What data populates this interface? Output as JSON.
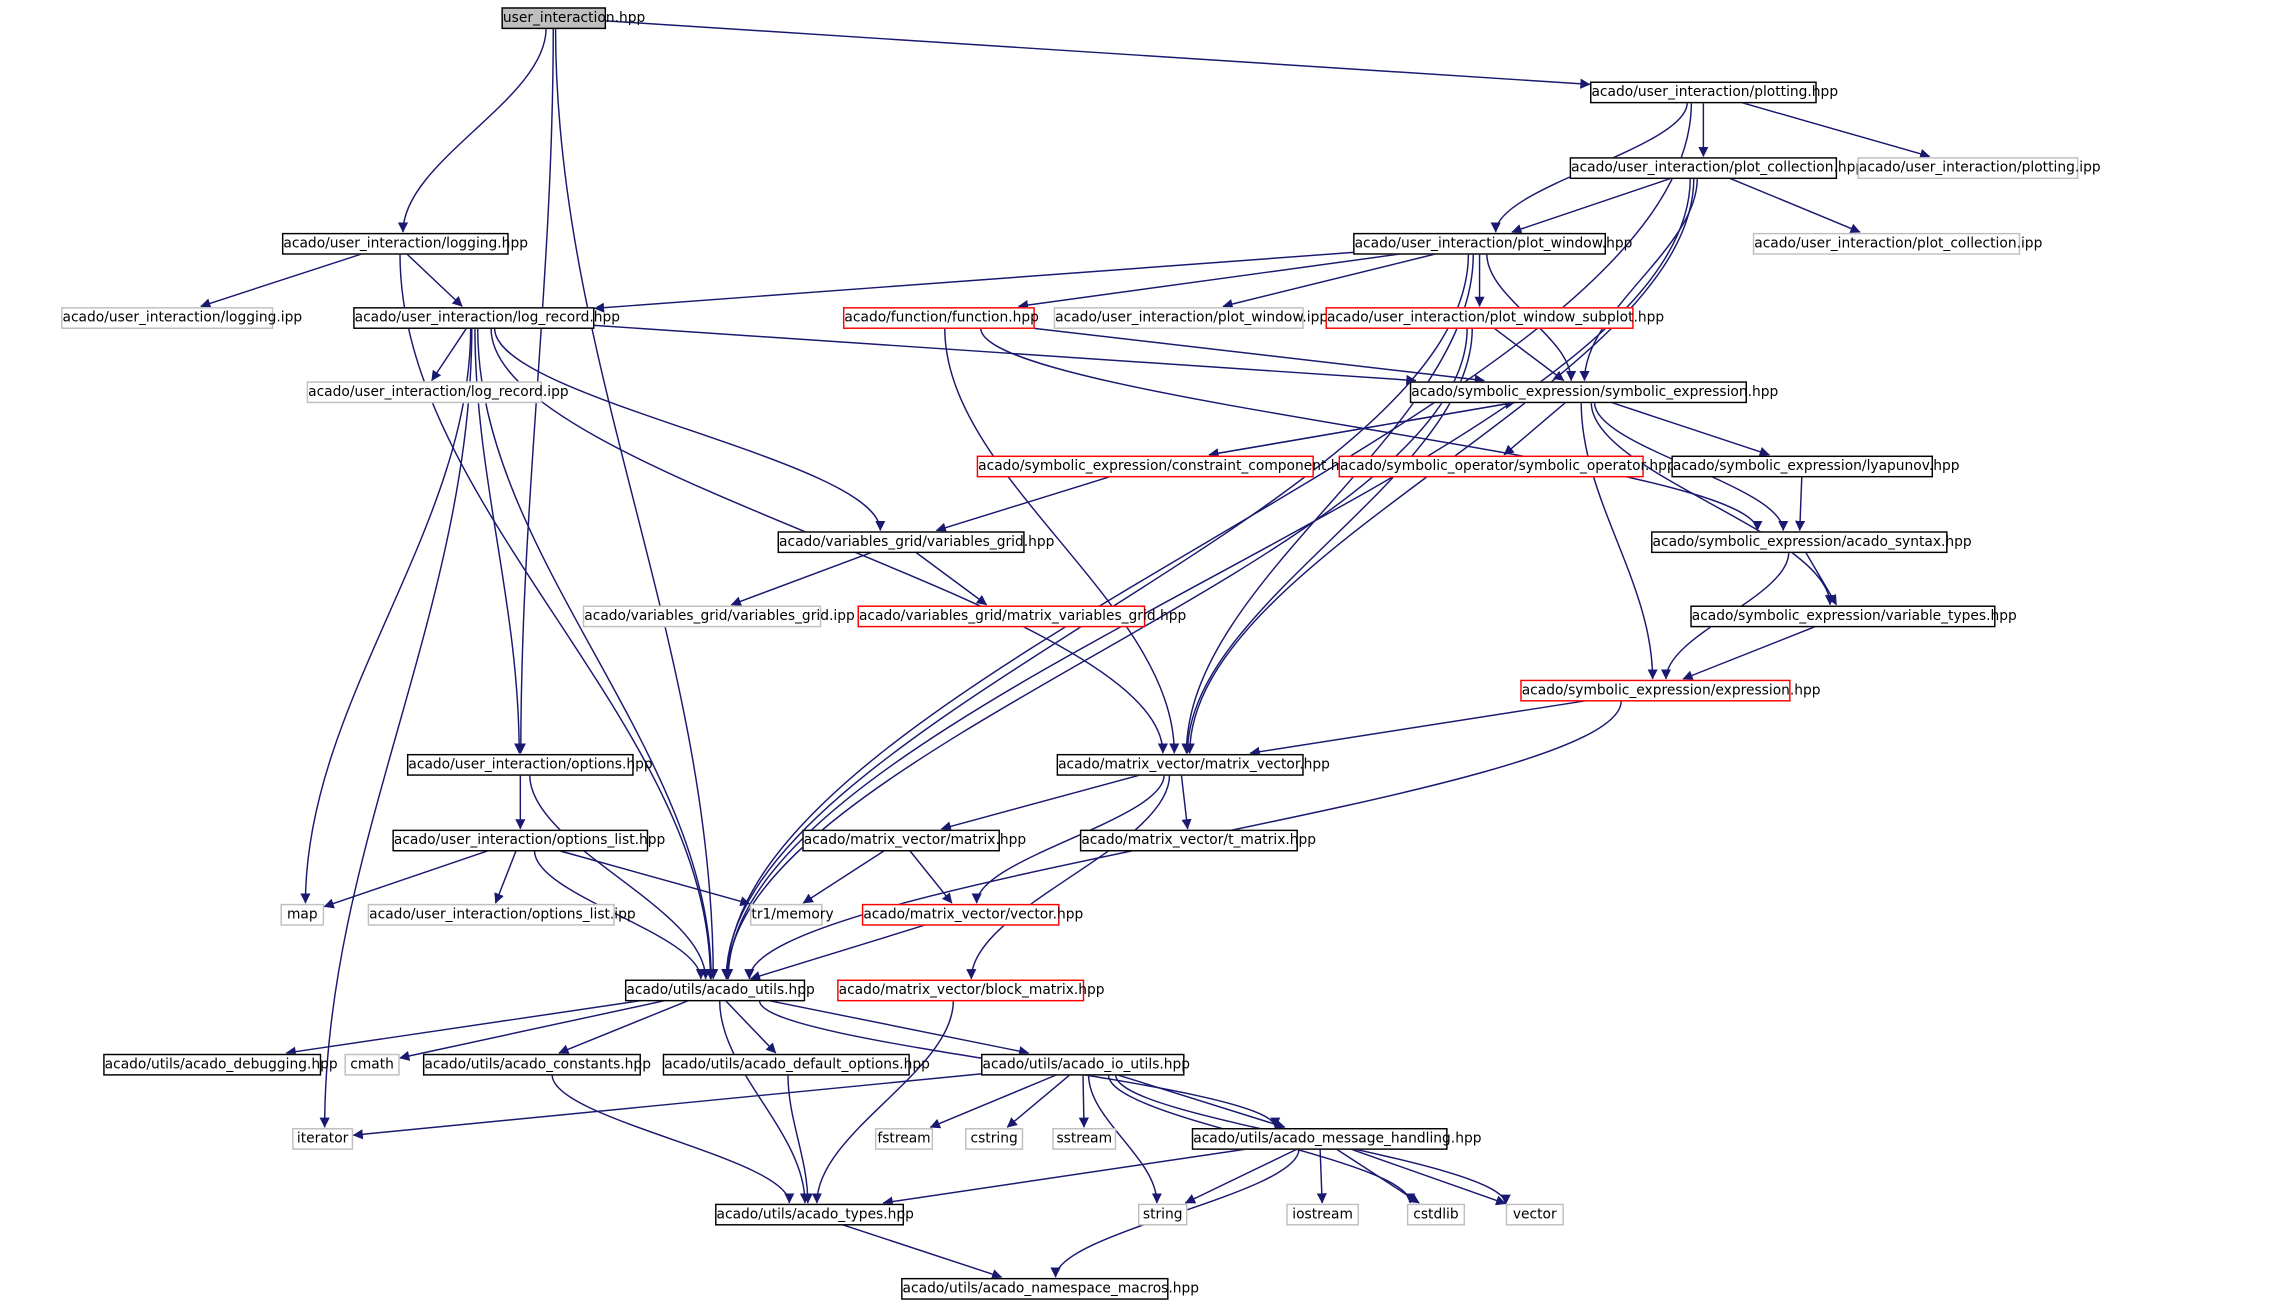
{
  "colors": {
    "edge": "#191970",
    "root_fill": "#bfbfbf",
    "border_default": "#000000",
    "border_incomplete": "#ff0000",
    "border_external": "#bfbfbf"
  },
  "nodes": [
    {
      "id": "n0",
      "label": "user_interaction.hpp",
      "kind": "root"
    },
    {
      "id": "n1",
      "label": "acado/user_interaction/plotting.hpp",
      "kind": "normal"
    },
    {
      "id": "n2",
      "label": "acado/user_interaction/plot_collection.hpp",
      "kind": "normal"
    },
    {
      "id": "n3",
      "label": "acado/user_interaction/plotting.ipp",
      "kind": "external"
    },
    {
      "id": "n4",
      "label": "acado/user_interaction/logging.hpp",
      "kind": "normal"
    },
    {
      "id": "n5",
      "label": "acado/user_interaction/plot_window.hpp",
      "kind": "normal"
    },
    {
      "id": "n6",
      "label": "acado/user_interaction/plot_collection.ipp",
      "kind": "external"
    },
    {
      "id": "n7",
      "label": "acado/user_interaction/logging.ipp",
      "kind": "external"
    },
    {
      "id": "n8",
      "label": "acado/user_interaction/log_record.hpp",
      "kind": "normal"
    },
    {
      "id": "n9",
      "label": "acado/function/function.hpp",
      "kind": "incomplete"
    },
    {
      "id": "n10",
      "label": "acado/user_interaction/plot_window.ipp",
      "kind": "external"
    },
    {
      "id": "n11",
      "label": "acado/user_interaction/plot_window_subplot.hpp",
      "kind": "incomplete"
    },
    {
      "id": "n12",
      "label": "acado/user_interaction/log_record.ipp",
      "kind": "external"
    },
    {
      "id": "n13",
      "label": "acado/symbolic_expression/symbolic_expression.hpp",
      "kind": "normal"
    },
    {
      "id": "n14",
      "label": "acado/symbolic_expression/constraint_component.hpp",
      "kind": "incomplete"
    },
    {
      "id": "n15",
      "label": "acado/symbolic_operator/symbolic_operator.hpp",
      "kind": "incomplete"
    },
    {
      "id": "n16",
      "label": "acado/symbolic_expression/lyapunov.hpp",
      "kind": "normal"
    },
    {
      "id": "n17",
      "label": "acado/variables_grid/variables_grid.hpp",
      "kind": "normal"
    },
    {
      "id": "n18",
      "label": "acado/symbolic_expression/acado_syntax.hpp",
      "kind": "normal"
    },
    {
      "id": "n19",
      "label": "acado/variables_grid/variables_grid.ipp",
      "kind": "external"
    },
    {
      "id": "n20",
      "label": "acado/variables_grid/matrix_variables_grid.hpp",
      "kind": "incomplete"
    },
    {
      "id": "n21",
      "label": "acado/symbolic_expression/variable_types.hpp",
      "kind": "normal"
    },
    {
      "id": "n22",
      "label": "acado/symbolic_expression/expression.hpp",
      "kind": "incomplete"
    },
    {
      "id": "n23",
      "label": "acado/user_interaction/options.hpp",
      "kind": "normal"
    },
    {
      "id": "n24",
      "label": "acado/matrix_vector/matrix_vector.hpp",
      "kind": "normal"
    },
    {
      "id": "n25",
      "label": "acado/user_interaction/options_list.hpp",
      "kind": "normal"
    },
    {
      "id": "n26",
      "label": "acado/matrix_vector/matrix.hpp",
      "kind": "normal"
    },
    {
      "id": "n27",
      "label": "acado/matrix_vector/t_matrix.hpp",
      "kind": "normal"
    },
    {
      "id": "n28",
      "label": "map",
      "kind": "external"
    },
    {
      "id": "n29",
      "label": "acado/user_interaction/options_list.ipp",
      "kind": "external"
    },
    {
      "id": "n30",
      "label": "tr1/memory",
      "kind": "external"
    },
    {
      "id": "n31",
      "label": "acado/matrix_vector/vector.hpp",
      "kind": "incomplete"
    },
    {
      "id": "n32",
      "label": "acado/utils/acado_utils.hpp",
      "kind": "normal"
    },
    {
      "id": "n33",
      "label": "acado/matrix_vector/block_matrix.hpp",
      "kind": "incomplete"
    },
    {
      "id": "n34",
      "label": "acado/utils/acado_debugging.hpp",
      "kind": "normal"
    },
    {
      "id": "n35",
      "label": "cmath",
      "kind": "external"
    },
    {
      "id": "n36",
      "label": "acado/utils/acado_constants.hpp",
      "kind": "normal"
    },
    {
      "id": "n37",
      "label": "acado/utils/acado_default_options.hpp",
      "kind": "normal"
    },
    {
      "id": "n38",
      "label": "acado/utils/acado_io_utils.hpp",
      "kind": "normal"
    },
    {
      "id": "n39",
      "label": "iterator",
      "kind": "external"
    },
    {
      "id": "n40",
      "label": "fstream",
      "kind": "external"
    },
    {
      "id": "n41",
      "label": "cstring",
      "kind": "external"
    },
    {
      "id": "n42",
      "label": "sstream",
      "kind": "external"
    },
    {
      "id": "n43",
      "label": "acado/utils/acado_message_handling.hpp",
      "kind": "normal"
    },
    {
      "id": "n44",
      "label": "acado/utils/acado_types.hpp",
      "kind": "normal"
    },
    {
      "id": "n45",
      "label": "string",
      "kind": "external"
    },
    {
      "id": "n46",
      "label": "iostream",
      "kind": "external"
    },
    {
      "id": "n47",
      "label": "cstdlib",
      "kind": "external"
    },
    {
      "id": "n48",
      "label": "vector",
      "kind": "external"
    },
    {
      "id": "n49",
      "label": "acado/utils/acado_namespace_macros.hpp",
      "kind": "normal"
    }
  ],
  "edges": [
    [
      "n0",
      "n1"
    ],
    [
      "n0",
      "n4"
    ],
    [
      "n0",
      "n23"
    ],
    [
      "n0",
      "n32"
    ],
    [
      "n1",
      "n2"
    ],
    [
      "n1",
      "n3"
    ],
    [
      "n1",
      "n5"
    ],
    [
      "n1",
      "n32"
    ],
    [
      "n2",
      "n5"
    ],
    [
      "n2",
      "n6"
    ],
    [
      "n2",
      "n13"
    ],
    [
      "n2",
      "n24"
    ],
    [
      "n2",
      "n32"
    ],
    [
      "n4",
      "n7"
    ],
    [
      "n4",
      "n8"
    ],
    [
      "n4",
      "n32"
    ],
    [
      "n5",
      "n8"
    ],
    [
      "n5",
      "n9"
    ],
    [
      "n5",
      "n10"
    ],
    [
      "n5",
      "n11"
    ],
    [
      "n5",
      "n13"
    ],
    [
      "n5",
      "n24"
    ],
    [
      "n5",
      "n32"
    ],
    [
      "n8",
      "n12"
    ],
    [
      "n8",
      "n13"
    ],
    [
      "n8",
      "n17"
    ],
    [
      "n8",
      "n24"
    ],
    [
      "n8",
      "n28"
    ],
    [
      "n8",
      "n39"
    ],
    [
      "n8",
      "n32"
    ],
    [
      "n8",
      "n23"
    ],
    [
      "n9",
      "n13"
    ],
    [
      "n9",
      "n18"
    ],
    [
      "n9",
      "n24"
    ],
    [
      "n11",
      "n13"
    ],
    [
      "n11",
      "n24"
    ],
    [
      "n11",
      "n32"
    ],
    [
      "n13",
      "n14"
    ],
    [
      "n13",
      "n15"
    ],
    [
      "n13",
      "n16"
    ],
    [
      "n13",
      "n18"
    ],
    [
      "n13",
      "n21"
    ],
    [
      "n13",
      "n22"
    ],
    [
      "n14",
      "n13"
    ],
    [
      "n14",
      "n17"
    ],
    [
      "n16",
      "n18"
    ],
    [
      "n17",
      "n19"
    ],
    [
      "n17",
      "n20"
    ],
    [
      "n18",
      "n21"
    ],
    [
      "n18",
      "n22"
    ],
    [
      "n21",
      "n22"
    ],
    [
      "n22",
      "n24"
    ],
    [
      "n22",
      "n32"
    ],
    [
      "n23",
      "n25"
    ],
    [
      "n23",
      "n32"
    ],
    [
      "n24",
      "n26"
    ],
    [
      "n24",
      "n27"
    ],
    [
      "n24",
      "n31"
    ],
    [
      "n24",
      "n33"
    ],
    [
      "n25",
      "n28"
    ],
    [
      "n25",
      "n29"
    ],
    [
      "n25",
      "n30"
    ],
    [
      "n25",
      "n32"
    ],
    [
      "n26",
      "n30"
    ],
    [
      "n26",
      "n31"
    ],
    [
      "n31",
      "n32"
    ],
    [
      "n33",
      "n44"
    ],
    [
      "n32",
      "n34"
    ],
    [
      "n32",
      "n35"
    ],
    [
      "n32",
      "n36"
    ],
    [
      "n32",
      "n37"
    ],
    [
      "n32",
      "n38"
    ],
    [
      "n32",
      "n43"
    ],
    [
      "n32",
      "n44"
    ],
    [
      "n36",
      "n44"
    ],
    [
      "n37",
      "n44"
    ],
    [
      "n38",
      "n39"
    ],
    [
      "n38",
      "n40"
    ],
    [
      "n38",
      "n41"
    ],
    [
      "n38",
      "n42"
    ],
    [
      "n38",
      "n45"
    ],
    [
      "n38",
      "n43"
    ],
    [
      "n38",
      "n47"
    ],
    [
      "n38",
      "n48"
    ],
    [
      "n43",
      "n44"
    ],
    [
      "n43",
      "n45"
    ],
    [
      "n43",
      "n46"
    ],
    [
      "n43",
      "n47"
    ],
    [
      "n43",
      "n48"
    ],
    [
      "n43",
      "n49"
    ],
    [
      "n44",
      "n49"
    ]
  ]
}
